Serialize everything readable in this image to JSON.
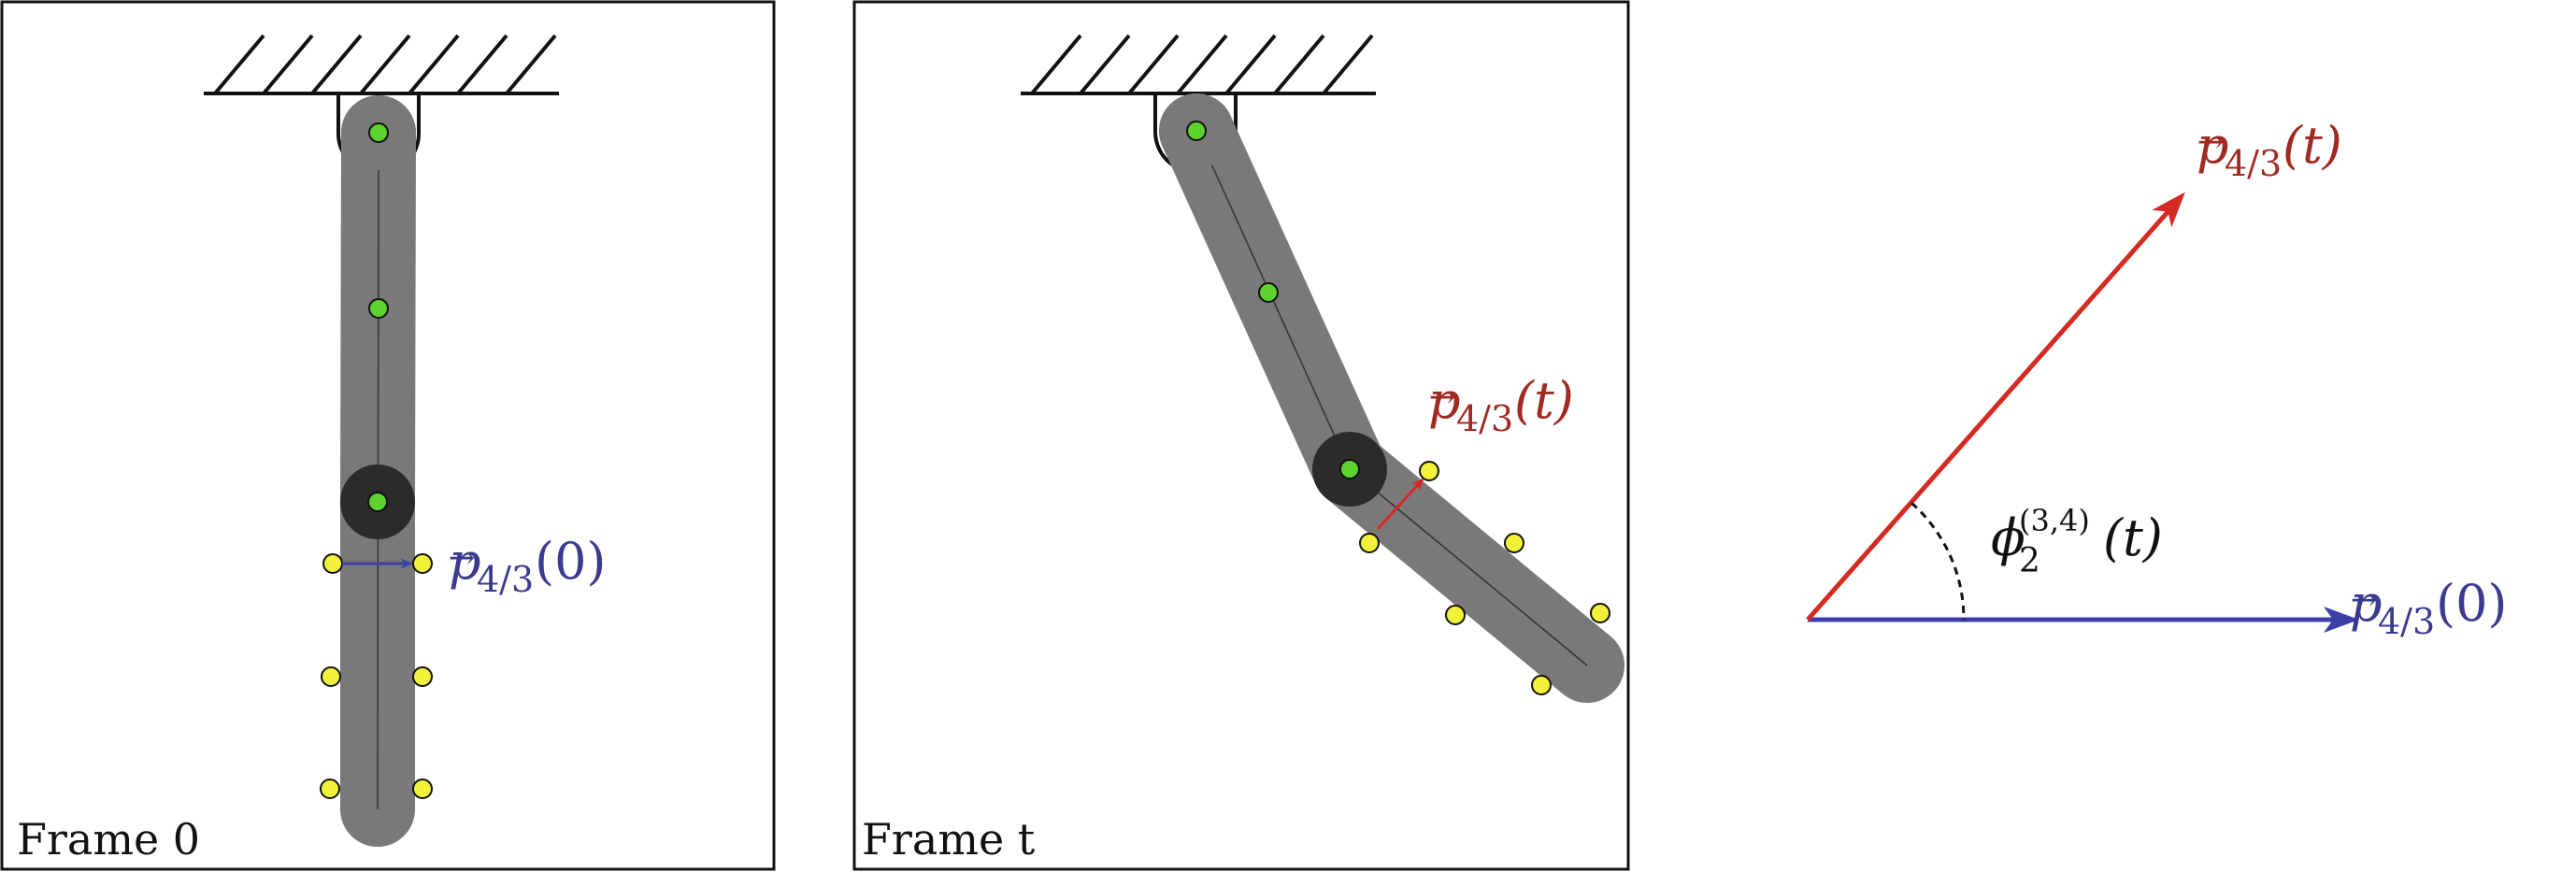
{
  "colors": {
    "limb": "#7a7878",
    "joint": "#2b2b2b",
    "marker_center": "#5ed12e",
    "marker_surface": "#f2f23a",
    "vector_initial": "#3b3fa8",
    "vector_current": "#d42a22",
    "label_initial": "#3a3a8e",
    "label_current": "#a02a22",
    "arc": "#111111"
  },
  "panel_frame_0": {
    "caption": "Frame 0",
    "vector_label": {
      "base": "p",
      "arrow": "→",
      "subscript": "4/3",
      "argument": "(0)"
    }
  },
  "panel_frame_t": {
    "caption": "Frame t",
    "vector_label": {
      "base": "p",
      "arrow": "→",
      "subscript": "4/3",
      "argument": "(t)"
    }
  },
  "angle_diagram": {
    "current_vector_label": {
      "base": "p",
      "arrow": "→",
      "subscript": "4/3",
      "argument": "(t)"
    },
    "initial_vector_label": {
      "base": "p",
      "arrow": "→",
      "subscript": "4/3",
      "argument": "(0)"
    },
    "angle_label": {
      "base": "ϕ",
      "subscript": "2",
      "superscript": "(3,4)",
      "argument": "(t)"
    }
  }
}
